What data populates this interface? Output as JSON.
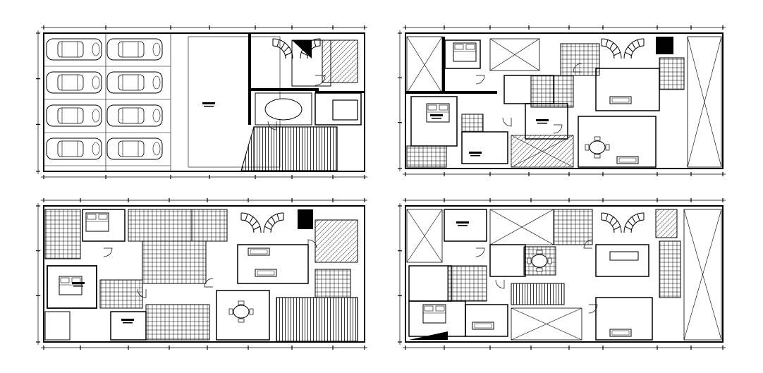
{
  "drawing": {
    "kind": "architectural floor plans",
    "sheets": [
      {
        "id": "basement-parking",
        "cars": 8
      },
      {
        "id": "first-floor"
      },
      {
        "id": "second-floor"
      },
      {
        "id": "third-floor"
      }
    ],
    "line_color": "#000000",
    "background": "#ffffff"
  }
}
